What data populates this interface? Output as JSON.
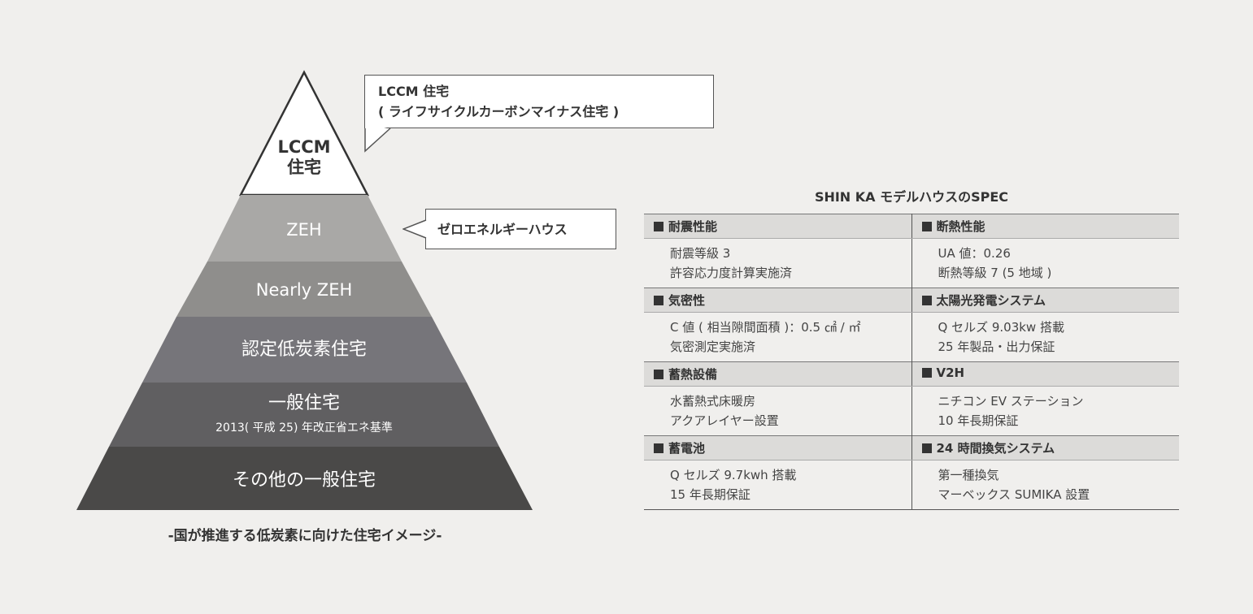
{
  "pyramid": {
    "levels": [
      {
        "label": "LCCM",
        "label2": "住宅",
        "color": "#ffffff",
        "text_color": "#333333"
      },
      {
        "label": "ZEH",
        "color": "#a9a8a6",
        "text_color": "#ffffff"
      },
      {
        "label": "Nearly ZEH",
        "color": "#8f8e8c",
        "text_color": "#ffffff"
      },
      {
        "label": "認定低炭素住宅",
        "color": "#76757a",
        "text_color": "#ffffff"
      },
      {
        "label": "一般住宅",
        "sub": "2013( 平成 25) 年改正省エネ基準",
        "color": "#605f61",
        "text_color": "#ffffff"
      },
      {
        "label": "その他の一般住宅",
        "color": "#4a4948",
        "text_color": "#ffffff"
      }
    ],
    "caption": "-国が推進する低炭素に向けた住宅イメージ-"
  },
  "callouts": {
    "lccm_line1": "LCCM 住宅",
    "lccm_line2": "( ライフサイクルカーボンマイナス住宅 )",
    "zeh": "ゼロエネルギーハウス"
  },
  "spec": {
    "title": "SHIN KA モデルハウスのSPEC",
    "rows": [
      {
        "left": {
          "head": "耐震性能",
          "lines": [
            "耐震等級 3",
            "許容応力度計算実施済"
          ]
        },
        "right": {
          "head": "断熱性能",
          "lines": [
            "UA 値：0.26",
            "断熱等級 7 (5 地域 )"
          ]
        }
      },
      {
        "left": {
          "head": "気密性",
          "lines": [
            "C 値 ( 相当隙間面積 )：0.5 ㎠ / ㎡",
            "気密測定実施済"
          ]
        },
        "right": {
          "head": "太陽光発電システム",
          "lines": [
            "Q セルズ 9.03kw 搭載",
            "25 年製品・出力保証"
          ]
        }
      },
      {
        "left": {
          "head": "蓄熱設備",
          "lines": [
            "水蓄熱式床暖房",
            "アクアレイヤー設置"
          ]
        },
        "right": {
          "head": "V2H",
          "lines": [
            "ニチコン EV ステーション",
            "10 年長期保証"
          ]
        }
      },
      {
        "left": {
          "head": "蓄電池",
          "lines": [
            "Q セルズ 9.7kwh 搭載",
            "15 年長期保証"
          ]
        },
        "right": {
          "head": "24 時間換気システム",
          "lines": [
            "第一種換気",
            "マーベックス SUMIKA 設置"
          ]
        }
      }
    ]
  }
}
